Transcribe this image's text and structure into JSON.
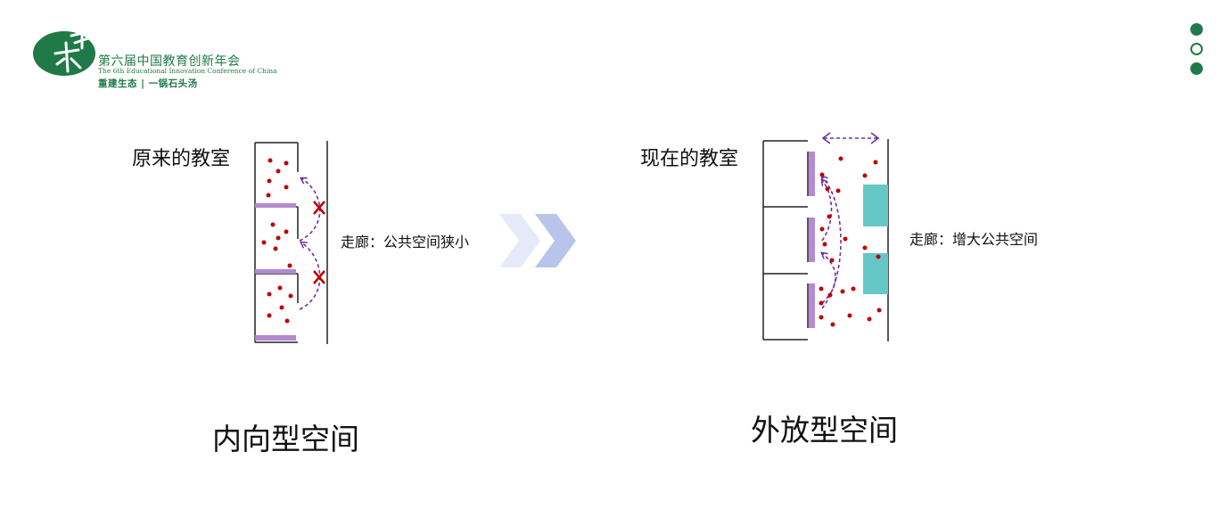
{
  "logo": {
    "badge_text": "未来",
    "title_cn": "第六届中国教育创新年会",
    "title_en": "The 6th Educational Innovation Conference of China",
    "slogan": "重建生态 | 一锅石头汤"
  },
  "colors": {
    "brand_green": "#1f7a47",
    "student_dot": "#c00000",
    "arrow_purple": "#7030a0",
    "board_purple": "#b48ad0",
    "blocked_red": "#c00000",
    "open_space_teal": "#66c7c7",
    "chevron_blue": "#b9c4ea"
  },
  "left_diagram": {
    "room_label": "原来的教室",
    "corridor_label": "走廊：公共空间狭小",
    "caption": "内向型空间"
  },
  "right_diagram": {
    "room_label": "现在的教室",
    "corridor_label": "走廊：增大公共空间",
    "caption": "外放型空间"
  },
  "page_nav": {
    "count": 3,
    "active_index": 1
  }
}
